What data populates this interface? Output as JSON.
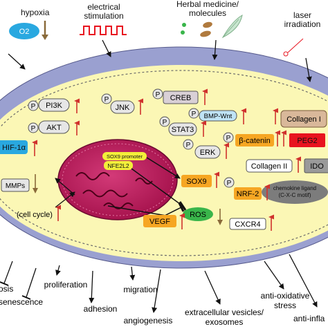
{
  "stimuli": {
    "hypoxia": "hypoxia",
    "o2": "O2",
    "electrical_line1": "electrical",
    "electrical_line2": "stimulation",
    "herbal_line1": "Herbal medicine/",
    "herbal_line2": "molecules",
    "laser_line1": "laser",
    "laser_line2": "irradiation"
  },
  "nodes": {
    "pi3k": "PI3K",
    "akt": "AKT",
    "hif": "HIF-1α",
    "mmps": "MMPs",
    "jnk": "JNK",
    "stat3": "STAT3",
    "creb": "CREB",
    "bmp_wnt": "BMP-Wnt",
    "erk": "ERK",
    "beta_catenin": "β-catenin",
    "collagen1": "Collagen I",
    "collagen2": "Collagen II",
    "peg2": "PEG2",
    "ido": "IDO",
    "sox9_promoter": "SOX9 promoter",
    "nfe2l2": "NFE2L2",
    "sox9": "SOX9",
    "nrf2": "NRF-2",
    "chemokine_line1": "chemokine ligand",
    "chemokine_line2": "(C-X-C motif)",
    "ros": "ROS",
    "vegf": "VEGF",
    "cxcr4": "CXCR4",
    "cell_cycle": "(cell cycle)",
    "phospho": "P"
  },
  "outcomes": {
    "osis": "osis",
    "senescence": "senescence",
    "proliferation": "proliferation",
    "adhesion": "adhesion",
    "migration": "migration",
    "angiogenesis": "angiogenesis",
    "ev_line1": "extracellular vesicles/",
    "ev_line2": "exosomes",
    "antiox_line1": "anti-oxidative",
    "antiox_line2": "stress",
    "antiinfla": "anti-infla"
  },
  "colors": {
    "up_arrow": "#d0312d",
    "down_arrow": "#8a6a3a",
    "membrane": "#8c92c4",
    "cytoplasm": "#fbf7b5",
    "nucleus": "#c2185b",
    "node_fill": "#e6e6e6",
    "orange_node": "#f6a623",
    "green_node": "#39b54a",
    "blue_node": "#29a8e0",
    "red_node": "#e8141f"
  }
}
